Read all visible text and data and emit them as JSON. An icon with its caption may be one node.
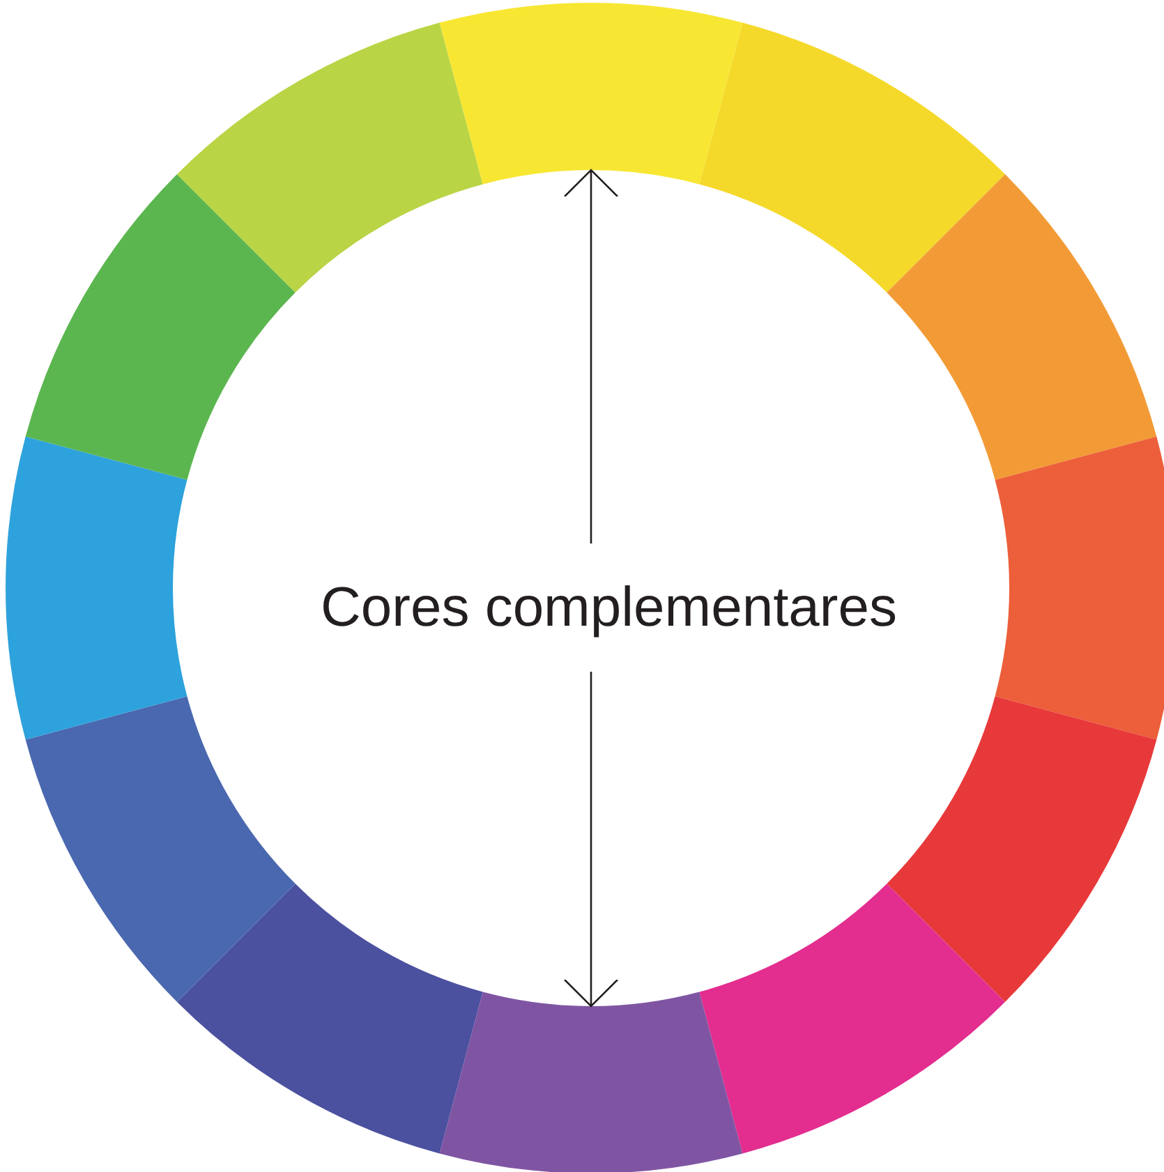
{
  "diagram": {
    "nodes": [
      {
        "text": [],
        "shape": "segment"
      },
      {
        "text": [
          "Cores complementares"
        ]
      },
      {
        "text": [],
        "shape": "segment"
      }
    ],
    "edges": [
      {
        "from": 1,
        "to": 0,
        "arrow": "to"
      },
      {
        "from": 1,
        "to": 2,
        "arrow": "to"
      }
    ]
  }
}
